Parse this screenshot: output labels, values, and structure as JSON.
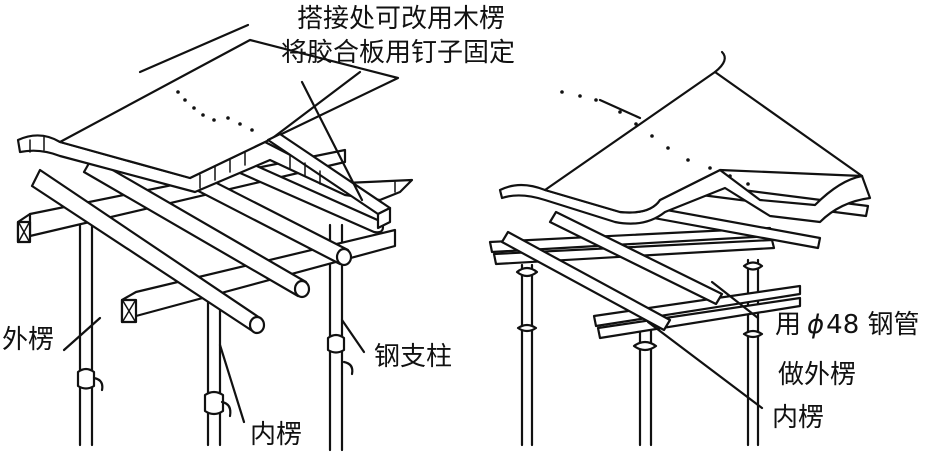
{
  "labels": {
    "top_line1": "搭接处可改用木楞",
    "top_line2": "将胶合板用钉子固定",
    "outer_joist_left": "外楞",
    "steel_prop": "钢支柱",
    "inner_joist_left": "内楞",
    "steel_pipe_line1": "用",
    "steel_pipe_phi": "ϕ",
    "steel_pipe_line1_rest": "48 钢管",
    "steel_pipe_line2": "做外楞",
    "inner_joist_right": "内楞"
  },
  "colors": {
    "ink": "#111111",
    "background": "#ffffff"
  }
}
